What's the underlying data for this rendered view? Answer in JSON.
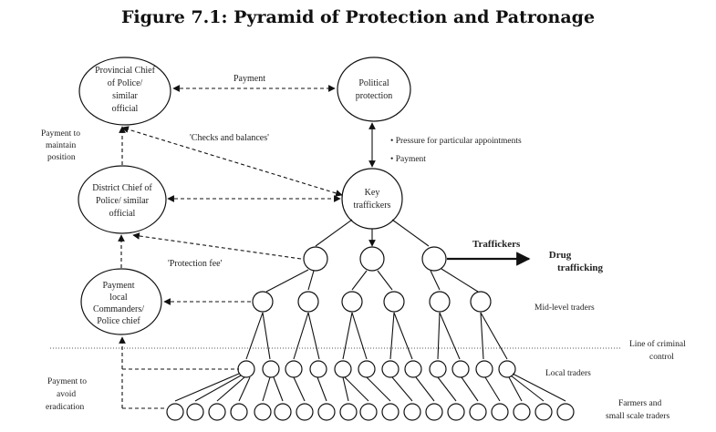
{
  "title": "Figure 7.1: Pyramid of Protection and Patronage",
  "nodes": {
    "provincial_chief": [
      "Provincial Chief",
      "of  Police/",
      "similar",
      "official"
    ],
    "political_protection": [
      "Political",
      "protection"
    ],
    "district_chief": [
      "District Chief of",
      "Police/ similar",
      "official"
    ],
    "key_traffickers": [
      "Key",
      "traffickers"
    ],
    "local_commanders": [
      "Payment",
      "local",
      "Commanders/",
      "Police chief"
    ]
  },
  "labels": {
    "payment_top": "Payment",
    "checks_balances": "'Checks and  balances'",
    "payment_maintain": [
      "Payment to",
      "maintain",
      "position"
    ],
    "pressure": "• Pressure for particular appointments",
    "payment_bullet": "• Payment",
    "protection_fee": "'Protection fee'",
    "traffickers": "Traffickers",
    "drug_trafficking": [
      "Drug",
      "trafficking"
    ],
    "mid_level_traders": "Mid-level traders",
    "line_of_criminal_control": [
      "Line of criminal",
      "control"
    ],
    "local_traders": "Local traders",
    "payment_avoid": [
      "Payment to",
      "avoid",
      "eradication"
    ],
    "farmers": [
      "Farmers and",
      "small scale traders"
    ]
  }
}
